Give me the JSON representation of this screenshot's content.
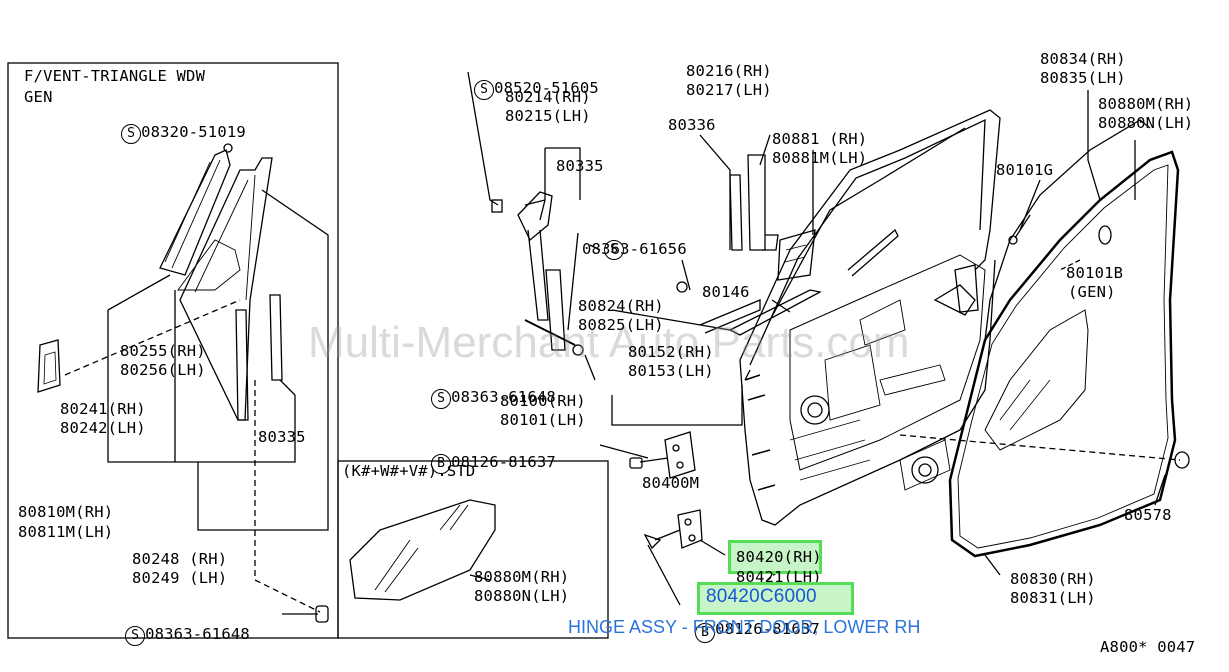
{
  "watermark": "Multi-Merchant Auto Parts.com",
  "inset_left": {
    "title_line1": "F/VENT-TRIANGLE WDW",
    "title_line2": "GEN"
  },
  "inset_bottom": {
    "title": "(K#+W#+V#).STD"
  },
  "labels": {
    "l_08320_51019": "08320-51019",
    "l_80255": "80255(RH)",
    "l_80256": "80256(LH)",
    "l_80241": "80241(RH)",
    "l_80242": "80242(LH)",
    "l_80335_left": "80335",
    "l_80810m": "80810M(RH)",
    "l_80811m": "80811M(LH)",
    "l_80248": "80248 (RH)",
    "l_80249": "80249 (LH)",
    "l_08363_61648_bottom": "08363-61648",
    "l_80880m_inset": "80880M(RH)",
    "l_80880n_inset": "80880N(LH)",
    "l_08520_51605": "08520-51605",
    "l_80214": "80214(RH)",
    "l_80215": "80215(LH)",
    "l_80335_mid": "80335",
    "l_08363_61656": "08363-61656",
    "l_08363_61648_mid": "08363-61648",
    "l_08126_81637_upper": "08126-81637",
    "l_80216": "80216(RH)",
    "l_80217": "80217(LH)",
    "l_80336": "80336",
    "l_80881": "80881 (RH)",
    "l_80881m": "80881M(LH)",
    "l_80824": "80824(RH)",
    "l_80825": "80825(LH)",
    "l_80146": "80146",
    "l_80152": "80152(RH)",
    "l_80153": "80153(LH)",
    "l_80100": "80100(RH)",
    "l_80101": "80101(LH)",
    "l_80400m": "80400M",
    "l_80420": "80420(RH)",
    "l_80421": "80421(LH)",
    "l_80420c6000": "80420C6000",
    "l_08126_81637_lower": "08126-81637",
    "l_80834": "80834(RH)",
    "l_80835": "80835(LH)",
    "l_80880m": "80880M(RH)",
    "l_80880n": "80880N(LH)",
    "l_80101g": "80101G",
    "l_80101b": "80101B",
    "l_gen": "(GEN)",
    "l_80578": "80578",
    "l_80830": "80830(RH)",
    "l_80831": "80831(LH)",
    "l_a800": "A800* 0047"
  },
  "symbols": {
    "s": "S",
    "b": "B"
  },
  "caption": "HINGE ASSY - FRONT DOOR, LOWER RH",
  "colors": {
    "highlight": "#55dd55",
    "caption": "#2a73d9",
    "part_blue": "#1a56d6"
  }
}
